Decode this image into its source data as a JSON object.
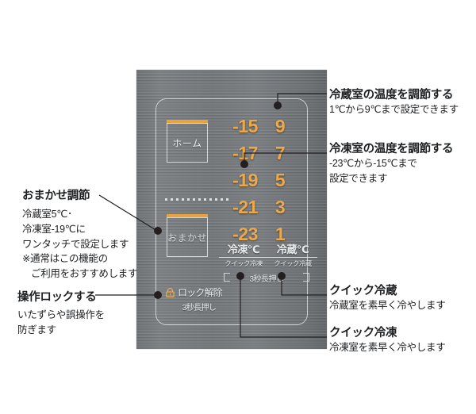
{
  "panel": {
    "buttons": [
      {
        "id": "home",
        "label": "ホーム"
      },
      {
        "id": "omakase",
        "label": "おまかせ"
      }
    ],
    "freezer_column": {
      "unit_label": "冷凍℃",
      "sub_label": "クイック冷凍",
      "values": [
        "-15",
        "-17",
        "-19",
        "-21",
        "-23"
      ]
    },
    "fridge_column": {
      "unit_label": "冷蔵℃",
      "sub_label": "クイック冷蔵",
      "values": [
        "9",
        "7",
        "5",
        "3",
        "1"
      ]
    },
    "hold_note": "3秒長押し",
    "lock": {
      "icon": "padlock-icon",
      "label": "ロック解除",
      "hold_note": "3秒長押し"
    },
    "accent_color": "#e8a33c",
    "digit_color": "#eda84a",
    "panel_color": "#74787b"
  },
  "annotations": {
    "fridge_temp": {
      "title": "冷蔵室の温度を調節する",
      "desc_lines": [
        "1℃から9℃まで設定できます"
      ]
    },
    "freezer_temp": {
      "title": "冷凍室の温度を調節する",
      "desc_lines": [
        "-23℃から-15℃まで",
        "設定できます"
      ]
    },
    "quick_fridge": {
      "title": "クイック冷蔵",
      "desc_lines": [
        "冷蔵室を素早く冷やします"
      ]
    },
    "quick_freezer": {
      "title": "クイック冷凍",
      "desc_lines": [
        "冷凍室を素早く冷やします"
      ]
    },
    "omakase": {
      "title": "おまかせ調節",
      "desc_lines": [
        "冷蔵室5℃･",
        "冷凍室-19℃に",
        "ワンタッチで設定します",
        "※通常はこの機能の"
      ],
      "desc_indent_line": "ご利用をおすすめします"
    },
    "lock": {
      "title": "操作ロックする",
      "desc_lines": [
        "いたずらや誤操作を",
        "防ぎます"
      ]
    }
  }
}
